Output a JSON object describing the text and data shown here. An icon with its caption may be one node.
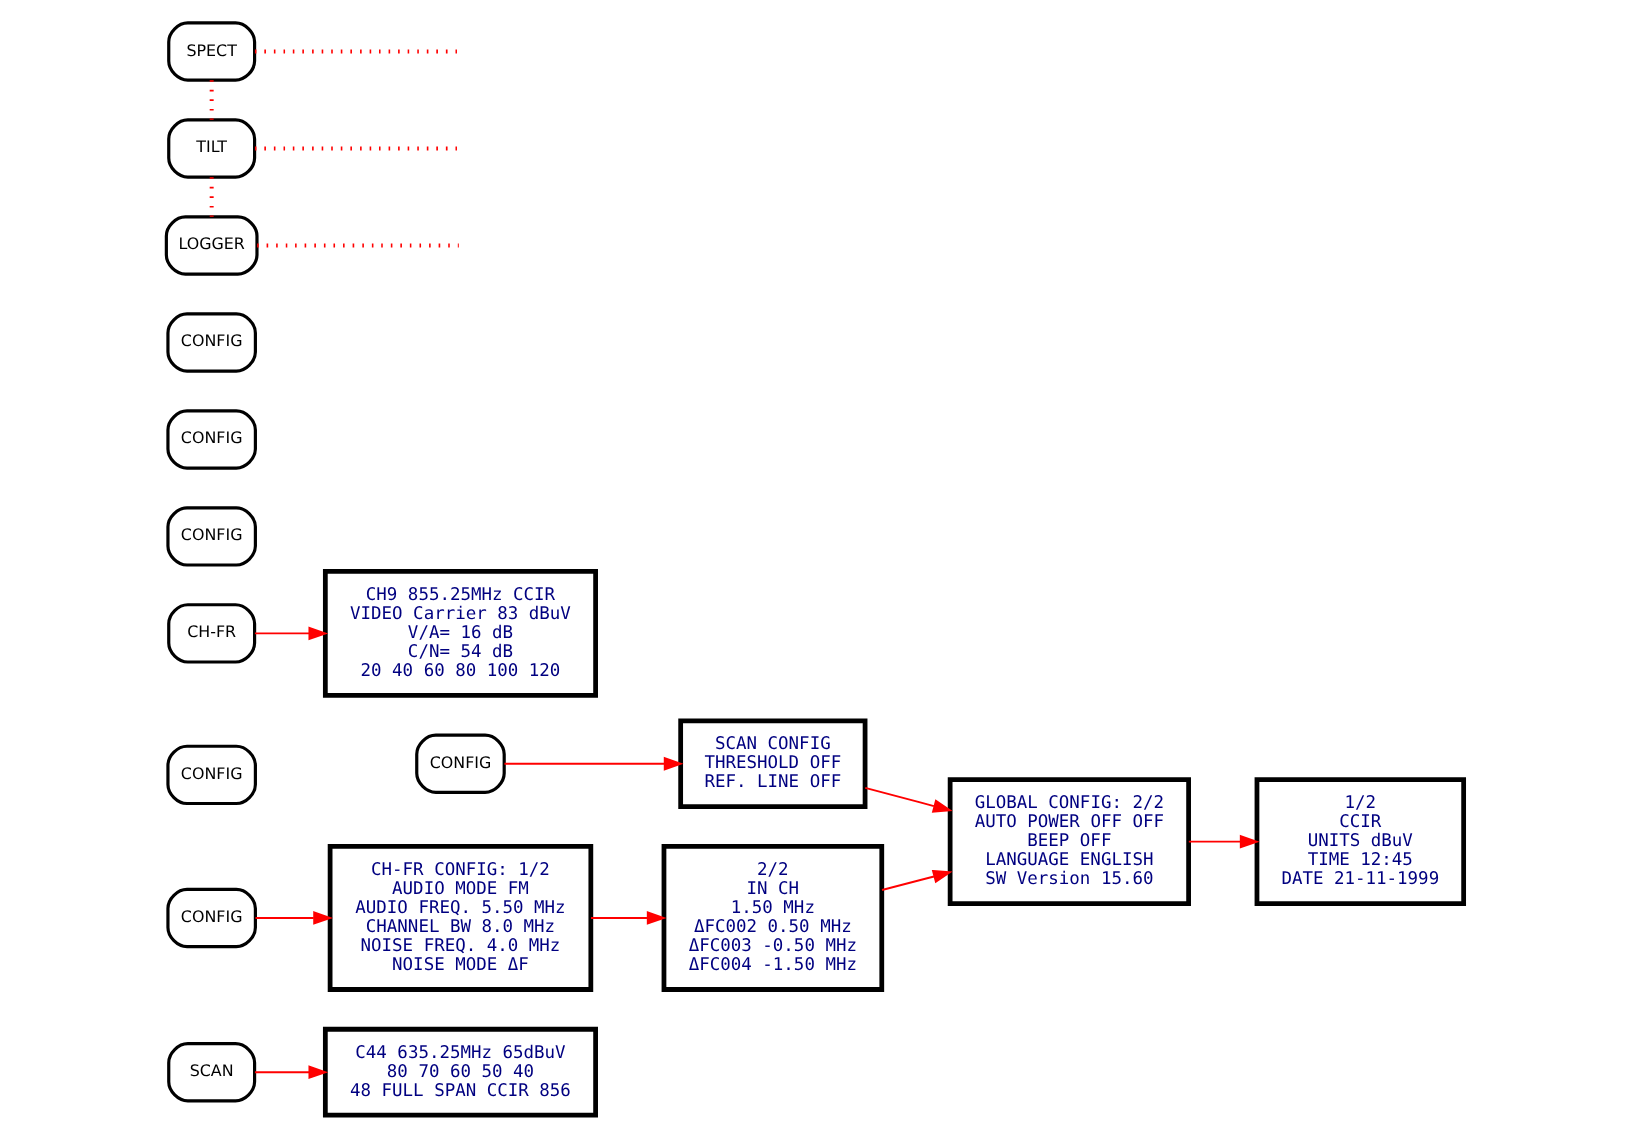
{
  "diagram": {
    "nodes": [
      {
        "text": [
          "SCAN"
        ]
      },
      {
        "text": [
          "C44 635.25MHz 65dBuV",
          "80 70 60 50 40",
          "48 FULL SPAN CCIR 856"
        ]
      },
      {
        "text": [
          "CONFIG"
        ]
      },
      {
        "text": [
          "SCAN CONFIG",
          "THRESHOLD OFF",
          "REF. LINE OFF"
        ]
      },
      {
        "text": [
          "CONFIG"
        ]
      },
      {
        "text": [
          "CH-FR"
        ]
      },
      {
        "text": [
          "CH9 855.25MHz CCIR",
          "VIDEO Carrier 83 dBuV",
          "V/A= 16 dB",
          "C/N= 54 dB",
          "20 40 60 80 100 120"
        ]
      },
      {
        "text": [
          "CONFIG"
        ]
      },
      {
        "text": [
          "CH-FR CONFIG: 1/2",
          "AUDIO MODE FM",
          "AUDIO FREQ. 5.50 MHz",
          "CHANNEL BW 8.0 MHz",
          "NOISE FREQ. 4.0 MHz",
          "NOISE MODE ΔF"
        ]
      },
      {
        "text": [
          "CONFIG"
        ]
      },
      {
        "text": [
          "2/2",
          "IN CH",
          "1.50 MHz",
          "ΔFC002 0.50 MHz",
          "ΔFC003 -0.50 MHz",
          "ΔFC004 -1.50 MHz"
        ]
      },
      {
        "text": [
          "CONFIG"
        ]
      },
      {
        "text": [
          "GLOBAL CONFIG: 2/2",
          "AUTO POWER OFF OFF",
          "BEEP OFF",
          "LANGUAGE ENGLISH",
          "SW Version 15.60"
        ]
      },
      {
        "text": [
          "CONFIG"
        ]
      },
      {
        "text": [
          "1/2",
          "CCIR",
          "UNITS dBuV",
          "TIME 12:45",
          "DATE 21-11-1999"
        ]
      },
      {
        "text": [
          "SPECT"
        ]
      },
      {
        "text": [
          "TILT"
        ]
      },
      {
        "text": [
          "LOGGER"
        ]
      }
    ],
    "edges": [
      {
        "from": 0,
        "to": 1,
        "arrow": "to"
      },
      {
        "from": 2,
        "to": 3,
        "arrow": "to"
      },
      {
        "from": 3,
        "to": 12,
        "arrow": "to"
      },
      {
        "from": 5,
        "to": 6,
        "arrow": "to"
      },
      {
        "from": 7,
        "to": 8,
        "arrow": "to"
      },
      {
        "from": 8,
        "to": 10,
        "arrow": "to"
      },
      {
        "from": 10,
        "to": 12,
        "arrow": "to"
      },
      {
        "from": 12,
        "to": 14,
        "arrow": "to"
      },
      {
        "from": 15,
        "to": 16,
        "arrow": "none",
        "style": "dashed"
      },
      {
        "from": 16,
        "to": 17,
        "arrow": "none",
        "style": "dashed"
      },
      {
        "from": 15,
        "to": null,
        "arrow": "none",
        "style": "dashed"
      },
      {
        "from": 16,
        "to": null,
        "arrow": "none",
        "style": "dashed"
      },
      {
        "from": 17,
        "to": null,
        "arrow": "none",
        "style": "dashed"
      }
    ]
  }
}
